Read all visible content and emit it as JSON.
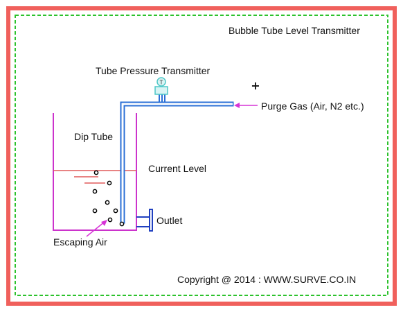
{
  "diagram": {
    "title": "Bubble Tube Level Transmitter",
    "labels": {
      "transmitter": "Tube Pressure Transmitter",
      "purge_gas": "Purge Gas (Air, N2 etc.)",
      "dip_tube": "Dip Tube",
      "current_level": "Current Level",
      "outlet": "Outlet",
      "escaping_air": "Escaping Air",
      "transmitter_badge": "T"
    },
    "copyright": "Copyright @ 2014 : WWW.SURVE.CO.IN"
  },
  "colors": {
    "outer_border": "#f0605c",
    "inner_border": "#2dc22d",
    "tank": "#cc33cc",
    "tube": "#2a6fd6",
    "tube_fill": "#ffffff",
    "liquid_level": "#e05a5a",
    "pointer_arrow": "#d633d6",
    "outlet": "#2040c0",
    "transmitter": "#4dc7c7",
    "bubble": "#000000"
  }
}
